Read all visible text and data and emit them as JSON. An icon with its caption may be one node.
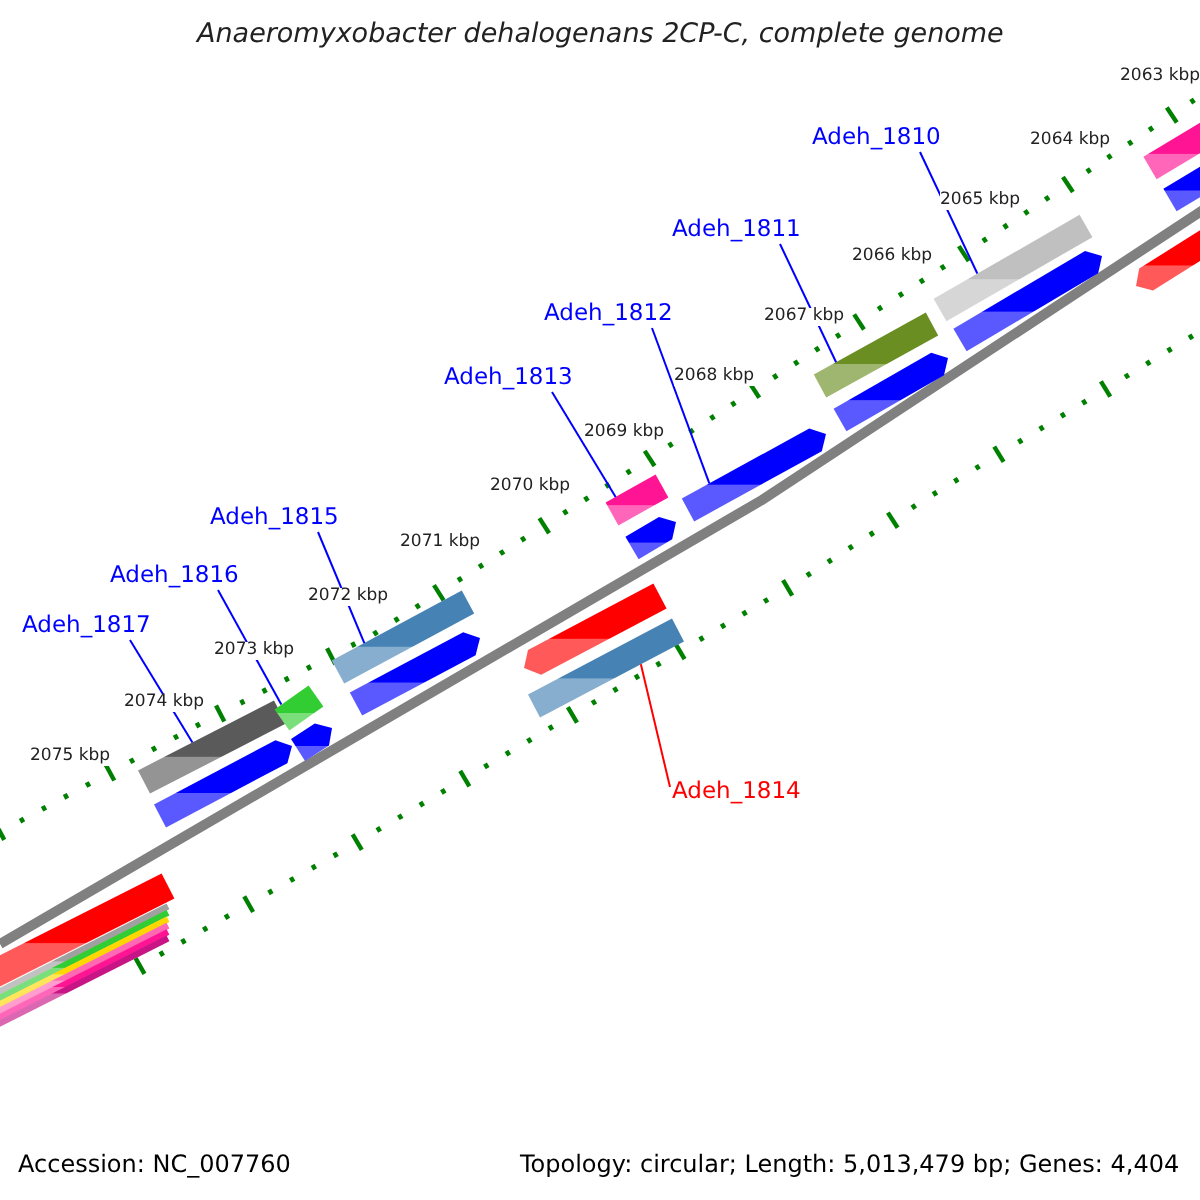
{
  "diagram": {
    "title": "Anaeromyxobacter dehalogenans 2CP-C, complete genome",
    "nodes": [
      {
        "text": [
          "Adeh_1810"
        ]
      },
      {
        "text": [
          "Adeh_1811"
        ]
      },
      {
        "text": [
          "Adeh_1812"
        ]
      },
      {
        "text": [
          "Adeh_1813"
        ]
      },
      {
        "text": [
          "Adeh_1815"
        ]
      },
      {
        "text": [
          "Adeh_1816"
        ]
      },
      {
        "text": [
          "Adeh_1817"
        ]
      },
      {
        "text": [
          "Adeh_1814"
        ]
      },
      {
        "text": [],
        "shape": "bar"
      },
      {
        "text": [],
        "shape": "bar"
      },
      {
        "text": [],
        "shape": "bar"
      },
      {
        "text": [],
        "shape": "bar"
      },
      {
        "text": [],
        "shape": "bar"
      },
      {
        "text": [],
        "shape": "bar"
      },
      {
        "text": [],
        "shape": "bar"
      },
      {
        "text": [],
        "shape": "bar"
      },
      {
        "text": [],
        "shape": "bar"
      },
      {
        "text": [],
        "shape": "bar"
      },
      {
        "text": [],
        "shape": "bar"
      },
      {
        "text": [],
        "shape": "bar"
      },
      {
        "text": [],
        "shape": "bar"
      },
      {
        "text": [],
        "shape": "bar"
      },
      {
        "text": [],
        "shape": "bar"
      },
      {
        "text": [],
        "shape": "bar"
      },
      {
        "text": [],
        "shape": "bar"
      },
      {
        "text": [],
        "shape": "bar"
      }
    ],
    "edges": [
      {
        "from": 0,
        "to": 15,
        "arrow": "none"
      },
      {
        "from": 1,
        "to": 14,
        "arrow": "none"
      },
      {
        "from": 2,
        "to": 13,
        "arrow": "none"
      },
      {
        "from": 3,
        "to": 12,
        "arrow": "none"
      },
      {
        "from": 4,
        "to": 10,
        "arrow": "none"
      },
      {
        "from": 5,
        "to": 9,
        "arrow": "none"
      },
      {
        "from": 6,
        "to": 8,
        "arrow": "none"
      },
      {
        "from": 7,
        "to": 11,
        "arrow": "none",
        "color": "#ff0000"
      }
    ],
    "labels": [
      "2063 kbp",
      "2064 kbp",
      "2065 kbp",
      "2066 kbp",
      "2067 kbp",
      "2068 kbp",
      "2069 kbp",
      "2070 kbp",
      "2071 kbp",
      "2072 kbp",
      "2073 kbp",
      "2074 kbp",
      "2075 kbp",
      "Accession: NC_007760",
      "Topology: circular; Length: 5,013,479 bp; Genes: 4,404"
    ]
  }
}
